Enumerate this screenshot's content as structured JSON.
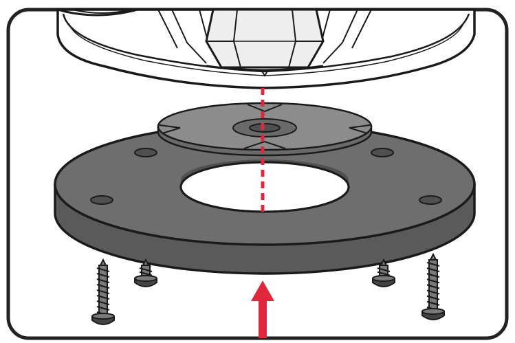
{
  "colors": {
    "outline": "#1a1a1a",
    "frame": "#222222",
    "base_fill": "#ffffff",
    "base_shade": "#eeeeee",
    "plate_top": "#6e6e6e",
    "plate_side": "#5a5a5a",
    "plate_hole": "#505050",
    "disc_top": "#8c8c8c",
    "disc_dark": "#6a6a6a",
    "screw_fill": "#7a7a7a",
    "screw_dark": "#444444",
    "arrow": "#e0283c"
  },
  "parts": {
    "fixture_base": "white-base-with-hex-nut",
    "mounting_disc": "grey-gasket-disc",
    "mounting_plate": "dark-round-plate",
    "screws": [
      "screw-left-tall",
      "screw-left-short",
      "screw-right-short",
      "screw-right-tall"
    ],
    "alignment_line": "dashed-red",
    "push_arrow": "red-up-arrow"
  }
}
